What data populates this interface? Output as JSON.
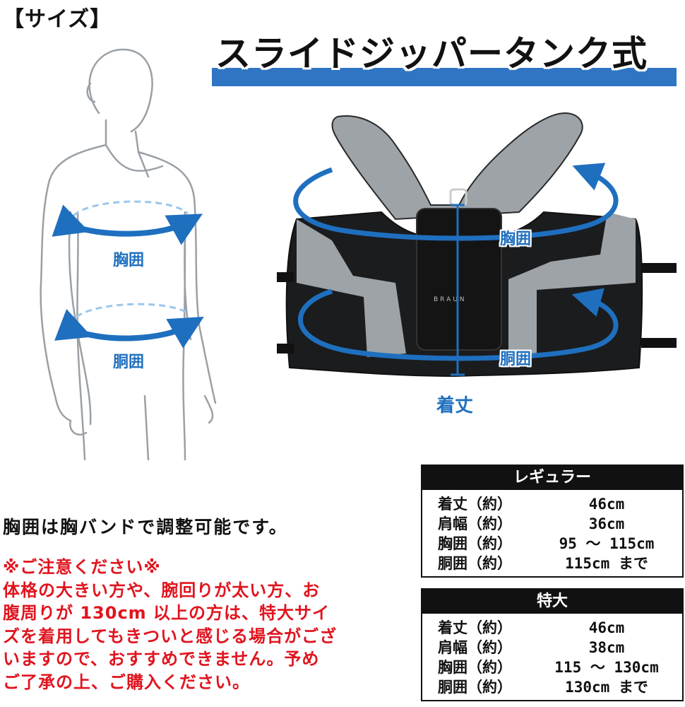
{
  "section_label": "【サイズ】",
  "title": "スライドジッパータンク式",
  "figure_labels": {
    "body_chest": "胸囲",
    "body_waist": "胴囲",
    "vest_chest": "胸囲",
    "vest_waist": "胴囲",
    "vest_length": "着丈",
    "brand_mark": "BRAUN"
  },
  "note": "胸囲は胸バンドで調整可能です。",
  "caution": {
    "heading": "※ご注意ください※",
    "lines": [
      "体格の大きい方や、腕回りが太い方、お",
      "腹周りが 130cm 以上の方は、特大サイ",
      "ズを着用してもきついと感じる場合がござ",
      "いますので、おすすめできません。予め",
      "ご了承の上、ご購入ください。"
    ]
  },
  "sizes": [
    {
      "name": "レギュラー",
      "rows": [
        {
          "label": "着丈（約）",
          "value": "46cm"
        },
        {
          "label": "肩幅（約）",
          "value": "36cm"
        },
        {
          "label": "胸囲（約）",
          "value": "95 ～ 115cm"
        },
        {
          "label": "胴囲（約）",
          "value": "115cm まで"
        }
      ]
    },
    {
      "name": "特大",
      "rows": [
        {
          "label": "着丈（約）",
          "value": "46cm"
        },
        {
          "label": "肩幅（約）",
          "value": "38cm"
        },
        {
          "label": "胸囲（約）",
          "value": "115 ～ 130cm"
        },
        {
          "label": "胴囲（約）",
          "value": "130cm まで"
        }
      ]
    }
  ],
  "colors": {
    "accent_blue": "#1f6fbf",
    "title_bar": "#2f75c4",
    "caution_red": "#e0141e"
  }
}
